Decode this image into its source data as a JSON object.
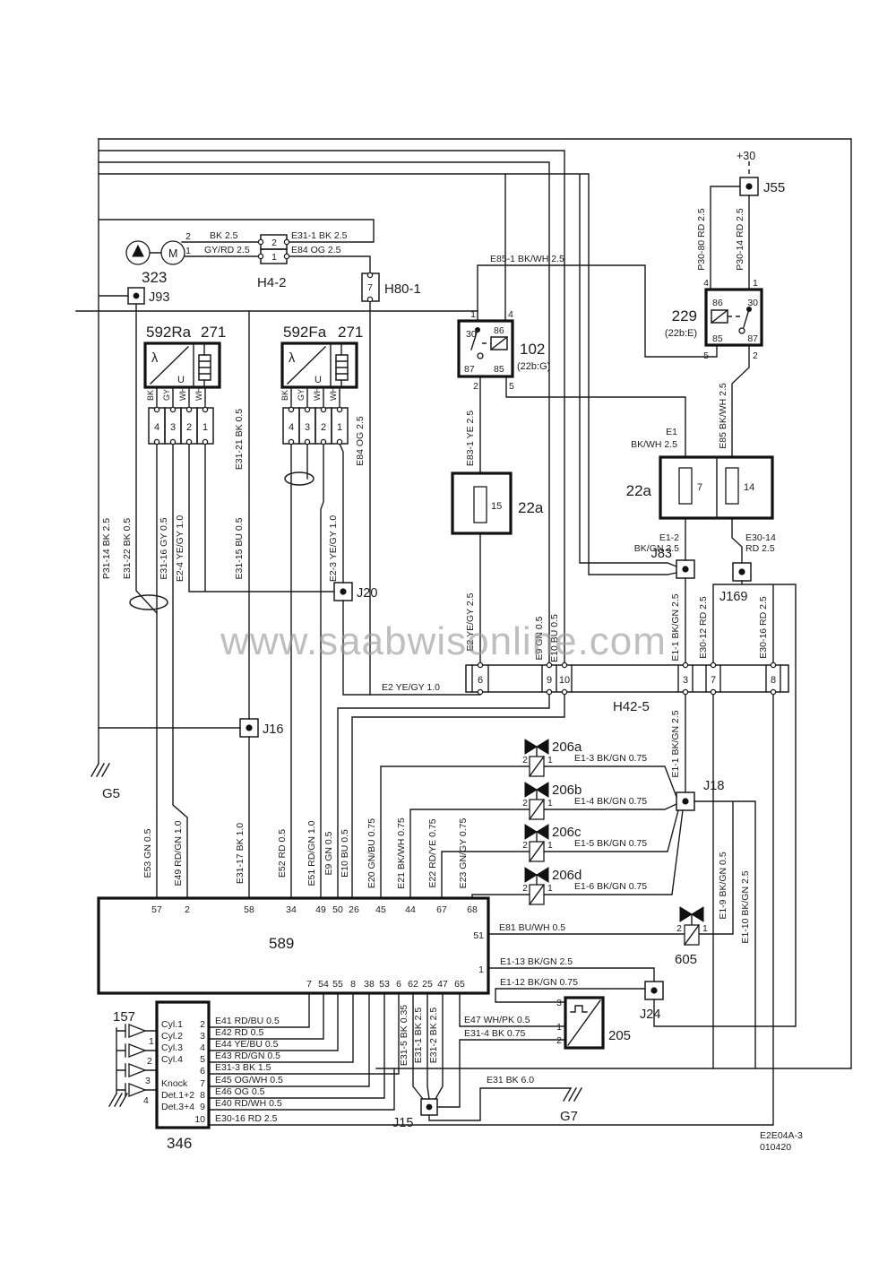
{
  "watermark": "www.saabwisonline.com",
  "footer": {
    "doc_id": "E2E04A-3",
    "doc_date": "010420"
  },
  "power": {
    "plus30": "+30"
  },
  "grounds": {
    "g5": "G5",
    "g7": "G7"
  },
  "junctions": {
    "j93": "J93",
    "j55": "J55",
    "j83": "J83",
    "j169": "J169",
    "j16": "J16",
    "j20": "J20",
    "j18": "J18",
    "j24": "J24",
    "j15": "J15"
  },
  "connectors": {
    "h42": {
      "name": "H4-2",
      "pins": [
        "2",
        "1"
      ]
    },
    "h80": {
      "name": "H80-1",
      "pin": "7"
    },
    "h425": {
      "name": "H42-5",
      "pins": [
        "6",
        "9",
        "10",
        "3",
        "7",
        "8"
      ]
    }
  },
  "components": {
    "pump": {
      "id": "323",
      "motor": "M"
    },
    "relay102": {
      "id": "102",
      "sub": "(22b:G)",
      "t30": "30",
      "t86": "86",
      "t87": "87",
      "t85": "85",
      "p1": "1",
      "p4": "4",
      "p2": "2",
      "p5": "5"
    },
    "relay229": {
      "id": "229",
      "sub": "(22b:E)",
      "t30": "30",
      "t86": "86",
      "t87": "87",
      "t85": "85",
      "p1": "1",
      "p4": "4",
      "p2": "2",
      "p5": "5"
    },
    "fuse15": {
      "id": "22a",
      "fuse": "15"
    },
    "fusebox": {
      "id": "22a",
      "fuse7": "7",
      "fuse14": "14"
    },
    "lambdaRear": {
      "id": "592Ra",
      "ref": "271",
      "lambda": "λ",
      "u": "U",
      "wires": [
        "BK",
        "GY",
        "WH",
        "WH"
      ],
      "pins": [
        "4",
        "3",
        "2",
        "1"
      ]
    },
    "lambdaFront": {
      "id": "592Fa",
      "ref": "271",
      "lambda": "λ",
      "u": "U",
      "wires": [
        "BK",
        "GY",
        "WH",
        "WH"
      ],
      "pins": [
        "4",
        "3",
        "2",
        "1"
      ]
    },
    "ecu": {
      "id": "589",
      "topPins": [
        "57",
        "2",
        "58",
        "34",
        "49",
        "50",
        "26",
        "45",
        "44",
        "67",
        "68"
      ],
      "rightPins": [
        "51",
        "1"
      ],
      "bottomPins": [
        "7",
        "54",
        "55",
        "8",
        "38",
        "53",
        "6",
        "62",
        "25",
        "47",
        "65"
      ]
    },
    "injectors": [
      {
        "id": "206a",
        "p2": "2",
        "p1": "1"
      },
      {
        "id": "206b",
        "p2": "2",
        "p1": "1"
      },
      {
        "id": "206c",
        "p2": "2",
        "p1": "1"
      },
      {
        "id": "206d",
        "p2": "2",
        "p1": "1"
      }
    ],
    "valve605": {
      "id": "605",
      "p2": "2",
      "p1": "1"
    },
    "comp205": {
      "id": "205",
      "p3": "3",
      "p1": "1",
      "p2": "2"
    },
    "ign157": {
      "id": "157",
      "plugs": [
        "1",
        "2",
        "3",
        "4"
      ]
    },
    "box346": {
      "id": "346",
      "rows": [
        {
          "label": "Cyl.1",
          "pin": "2"
        },
        {
          "label": "Cyl.2",
          "pin": "3"
        },
        {
          "label": "Cyl.3",
          "pin": "4"
        },
        {
          "label": "Cyl.4",
          "pin": "5"
        },
        {
          "label": "",
          "pin": "6"
        },
        {
          "label": "Knock",
          "pin": "7"
        },
        {
          "label": "Det.1+2",
          "pin": "8"
        },
        {
          "label": "Det.3+4",
          "pin": "9"
        },
        {
          "label": "",
          "pin": "10"
        }
      ]
    }
  },
  "wires": {
    "bk25": "BK  2.5",
    "gyrd": "GY/RD 2.5",
    "e31_1": "E31-1  BK  2.5",
    "e84": "E84  OG  2.5",
    "e85_1": "E85-1  BK/WH  2.5",
    "p30_80": "P30-80  RD  2.5",
    "p30_14": "P30-14  RD  2.5",
    "e85": "E85  BK/WH  2.5",
    "e1a": "E1",
    "e1b": "BK/WH  2.5",
    "e83_1": "E83-1  YE  2.5",
    "e2v": "E2  YE/GY  2.5",
    "e2h": "E2   YE/GY   1.0",
    "e1_2a": "E1-2",
    "e1_2b": "BK/GN  2.5",
    "e30_14a": "E30-14",
    "e30_14b": "RD  2.5",
    "e1_1": "E1-1  BK/GN  2.5",
    "e30_12": "E30-12  RD  2.5",
    "e30_16": "E30-16   RD   2.5",
    "e9": "E9  GN  0.5",
    "e10": "E10  BU  0.5",
    "p31_14": "P31-14 BK  2.5",
    "e31_22": "E31-22  BK  0.5",
    "e31_16": "E31-16  GY  0.5",
    "e2_4": "E2-4  YE/GY  1.0",
    "e31_21": "E31-21  BK  0.5",
    "e31_15": "E31-15  BU  0.5",
    "e2_3": "E2-3  YE/GY  1.0",
    "e31_17": "E31-17  BK   1.0",
    "e53": "E53  GN  0.5",
    "e49": "E49  RD/GN  1.0",
    "e52": "E52  RD  0.5",
    "e51": "E51  RD/GN  1.0",
    "e20": "E20  GN/BU  0.75",
    "e21": "E21  BK/WH  0.75",
    "e22": "E22  RD/YE  0.75",
    "e23": "E23  GN/GY  0.75",
    "e1_3": "E1-3   BK/GN   0.75",
    "e1_4": "E1-4   BK/GN   0.75",
    "e1_5": "E1-5   BK/GN   0.75",
    "e1_6": "E1-6   BK/GN   0.75",
    "e1_9": "E1-9  BK/GN  0.5",
    "e1_10": "E1-10  BK/GN  2.5",
    "e81": "E81   BU/WH   0.5",
    "e1_13": "E1-13  BK/GN  2.5",
    "e1_12": "E1-12  BK/GN  0.75",
    "e47": "E47   WH/PK  0.5",
    "e31_4": "E31-4  BK   0.75",
    "e31": "E31   BK    6.0",
    "e41": "E41   RD/BU   0.5",
    "e42": "E42   RD   0.5",
    "e44": "E44   YE/BU   0.5",
    "e43": "E43   RD/GN   0.5",
    "e31_3": "E31-3   BK    1.5",
    "e45": "E45   OG/WH   0.5",
    "e46": "E46   OG   0.5",
    "e40": "E40   RD/WH    0.5",
    "e31_5": "E31-5  BK  0.35",
    "e31_2": "E31-2  BK  2.5"
  }
}
